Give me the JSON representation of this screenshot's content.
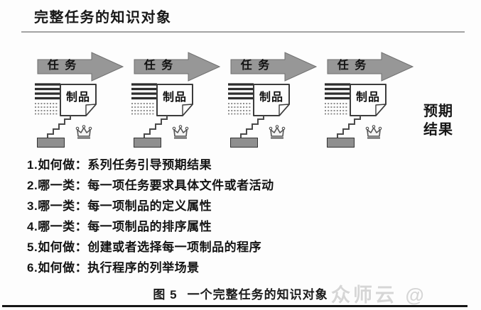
{
  "title": "完整任务的知识对象",
  "diagram": {
    "units": [
      {
        "task": "任 务",
        "artifact": "制品"
      },
      {
        "task": "任 务",
        "artifact": "制品"
      },
      {
        "task": "任 务",
        "artifact": "制品"
      },
      {
        "task": "任 务",
        "artifact": "制品"
      }
    ],
    "result": {
      "line1": "预期",
      "line2": "结果"
    },
    "colors": {
      "arrow_fill": "#979797",
      "arrow_stroke": "#6f6f6f",
      "block_fill": "#8f8f8f",
      "line_dark": "#2d2d2d",
      "line_dotted": "#8d8d8d"
    }
  },
  "list": {
    "items": [
      {
        "num": "1.",
        "kind": "如何做：",
        "text": "系列任务引导预期结果"
      },
      {
        "num": "2.",
        "kind": "哪一类：",
        "text": "每一项任务要求具体文件或者活动"
      },
      {
        "num": "3.",
        "kind": "哪一类：",
        "text": "每一项制品的定义属性"
      },
      {
        "num": "4.",
        "kind": "哪一类：",
        "text": "每一项制品的排序属性"
      },
      {
        "num": "5.",
        "kind": "如何做：",
        "text": "创建或者选择每一项制品的程序"
      },
      {
        "num": "6.",
        "kind": "如何做：",
        "text": "执行程序的列举场景"
      }
    ]
  },
  "caption": {
    "fig": "图 5",
    "text": "一个完整任务的知识对象"
  },
  "watermark": "众师云 @"
}
